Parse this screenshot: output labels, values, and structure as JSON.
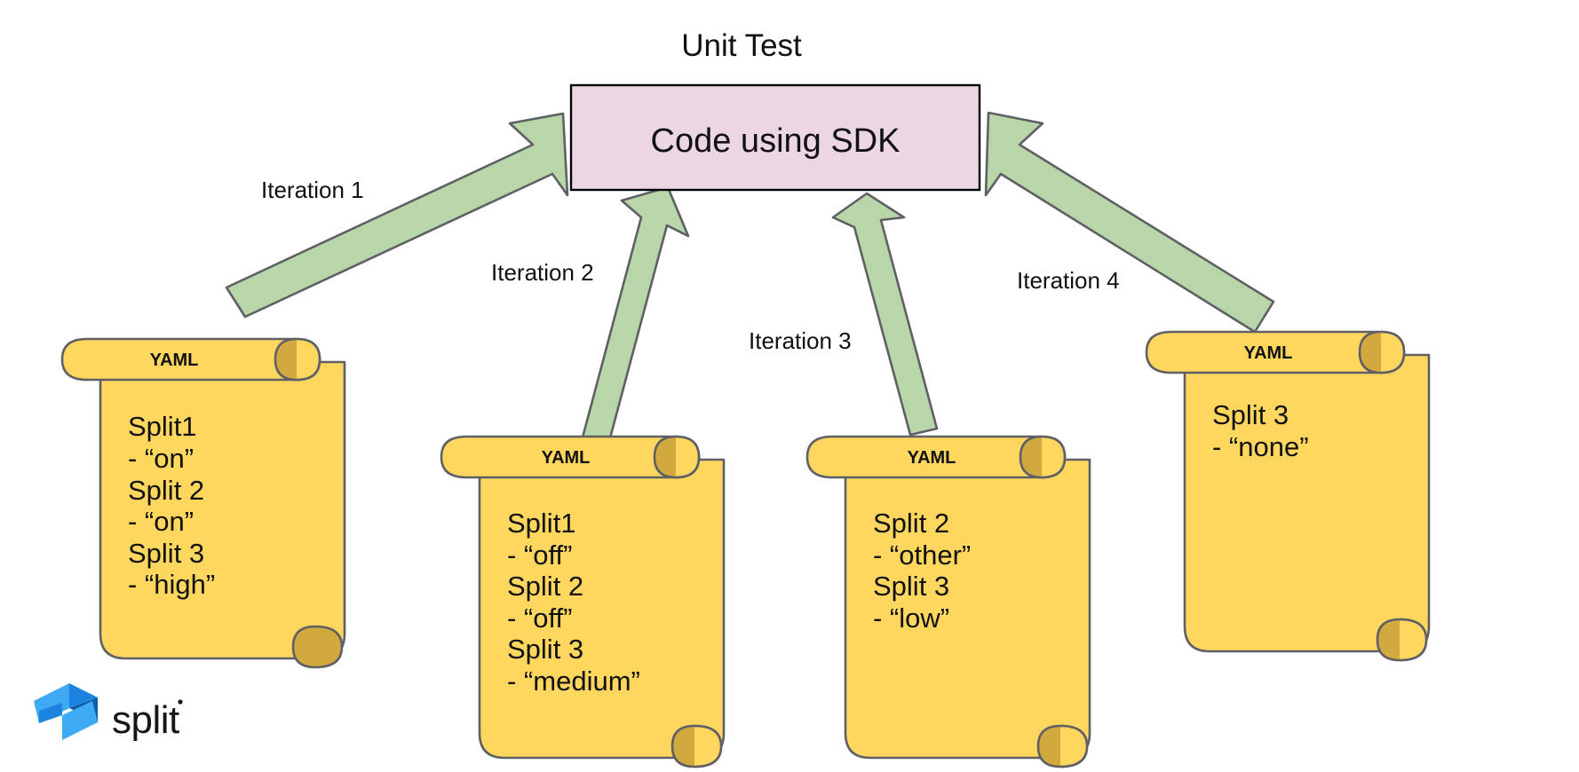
{
  "diagram": {
    "title": "Unit Test",
    "center_box": {
      "label": "Code using SDK",
      "fill": "#ecd6e3",
      "stroke": "#000000"
    },
    "arrow_style": {
      "fill": "#b8d6a8",
      "stroke": "#5f6066"
    },
    "arrows": [
      {
        "label": "Iteration 1"
      },
      {
        "label": "Iteration 2"
      },
      {
        "label": "Iteration 3"
      },
      {
        "label": "Iteration 4"
      }
    ],
    "documents": [
      {
        "header": "YAML",
        "fill": "#ffd75e",
        "stroke": "#5f6066",
        "roll_fill": "#d2a93e",
        "lines": [
          "Split1",
          " - “on”",
          "Split 2",
          "- “on”",
          "Split 3",
          "- “high”"
        ]
      },
      {
        "header": "YAML",
        "fill": "#ffd75e",
        "stroke": "#5f6066",
        "roll_fill": "#d2a93e",
        "lines": [
          "Split1",
          " - “off”",
          "Split 2",
          "- “off”",
          "Split 3",
          "- “medium”"
        ]
      },
      {
        "header": "YAML",
        "fill": "#ffd75e",
        "stroke": "#5f6066",
        "roll_fill": "#d2a93e",
        "lines": [
          "Split 2",
          "- “other”",
          "Split 3",
          "- “low”"
        ]
      },
      {
        "header": "YAML",
        "fill": "#ffd75e",
        "stroke": "#5f6066",
        "roll_fill": "#d2a93e",
        "lines": [
          "Split 3",
          "- “none”"
        ]
      }
    ],
    "logo": {
      "word": "split",
      "color_light": "#3fa9f5",
      "color_mid": "#1c83e0",
      "color_dark": "#0b5fa5"
    }
  }
}
